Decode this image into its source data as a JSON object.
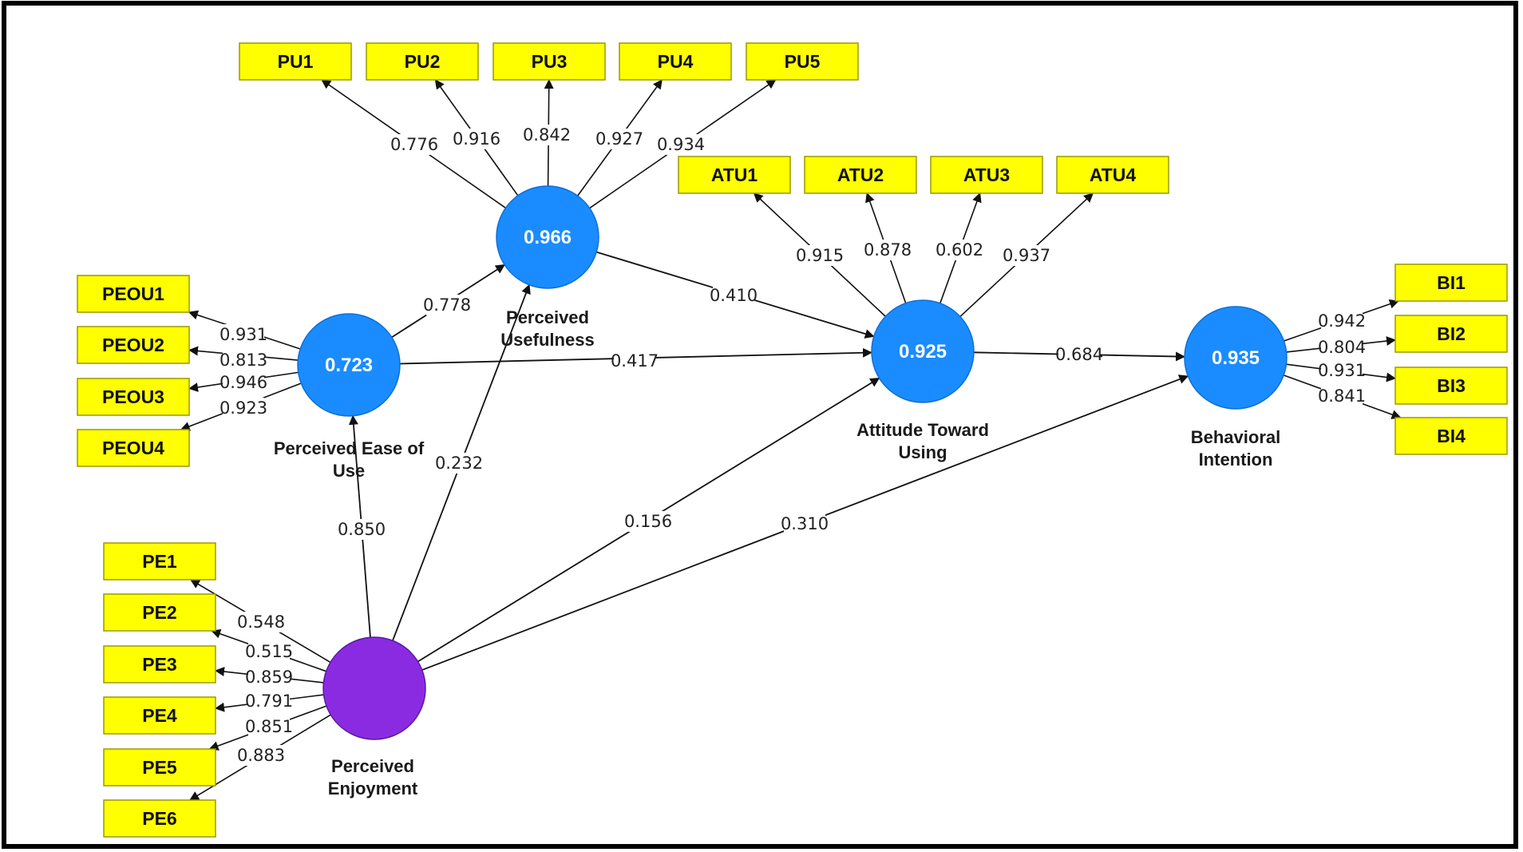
{
  "colors": {
    "indicator_fill": "#ffff00",
    "indicator_stroke": "#9a9a00",
    "latent_fill": "#1a8cff",
    "exogenous_fill": "#8a2be2",
    "arrow": "#111111",
    "frame": "#000000"
  },
  "latents": [
    {
      "id": "PU",
      "value": "0.966",
      "label": [
        "Perceived",
        "Usefulness"
      ]
    },
    {
      "id": "PEOU",
      "value": "0.723",
      "label": [
        "Perceived Ease of",
        "Use"
      ]
    },
    {
      "id": "ATU",
      "value": "0.925",
      "label": [
        "Attitude Toward",
        "Using"
      ]
    },
    {
      "id": "BI",
      "value": "0.935",
      "label": [
        "Behavioral",
        "Intention"
      ]
    },
    {
      "id": "PE",
      "value": "",
      "label": [
        "Perceived",
        "Enjoyment"
      ]
    }
  ],
  "indicators": [
    {
      "id": "PU1",
      "latent": "PU",
      "loading": "0.776"
    },
    {
      "id": "PU2",
      "latent": "PU",
      "loading": "0.916"
    },
    {
      "id": "PU3",
      "latent": "PU",
      "loading": "0.842"
    },
    {
      "id": "PU4",
      "latent": "PU",
      "loading": "0.927"
    },
    {
      "id": "PU5",
      "latent": "PU",
      "loading": "0.934"
    },
    {
      "id": "ATU1",
      "latent": "ATU",
      "loading": "0.915"
    },
    {
      "id": "ATU2",
      "latent": "ATU",
      "loading": "0.878"
    },
    {
      "id": "ATU3",
      "latent": "ATU",
      "loading": "0.602"
    },
    {
      "id": "ATU4",
      "latent": "ATU",
      "loading": "0.937"
    },
    {
      "id": "PEOU1",
      "latent": "PEOU",
      "loading": "0.931"
    },
    {
      "id": "PEOU2",
      "latent": "PEOU",
      "loading": "0.813"
    },
    {
      "id": "PEOU3",
      "latent": "PEOU",
      "loading": "0.946"
    },
    {
      "id": "PEOU4",
      "latent": "PEOU",
      "loading": "0.923"
    },
    {
      "id": "BI1",
      "latent": "BI",
      "loading": "0.942"
    },
    {
      "id": "BI2",
      "latent": "BI",
      "loading": "0.804"
    },
    {
      "id": "BI3",
      "latent": "BI",
      "loading": "0.931"
    },
    {
      "id": "BI4",
      "latent": "BI",
      "loading": "0.841"
    },
    {
      "id": "PE1",
      "latent": "PE",
      "loading": "0.548"
    },
    {
      "id": "PE2",
      "latent": "PE",
      "loading": "0.515"
    },
    {
      "id": "PE3",
      "latent": "PE",
      "loading": "0.859"
    },
    {
      "id": "PE4",
      "latent": "PE",
      "loading": "0.791"
    },
    {
      "id": "PE5",
      "latent": "PE",
      "loading": "0.851"
    },
    {
      "id": "PE6",
      "latent": "PE",
      "loading": "0.883"
    }
  ],
  "paths": [
    {
      "from": "PEOU",
      "to": "PU",
      "coef": "0.778"
    },
    {
      "from": "PU",
      "to": "ATU",
      "coef": "0.410"
    },
    {
      "from": "PEOU",
      "to": "ATU",
      "coef": "0.417"
    },
    {
      "from": "ATU",
      "to": "BI",
      "coef": "0.684"
    },
    {
      "from": "PE",
      "to": "PEOU",
      "coef": "0.850"
    },
    {
      "from": "PE",
      "to": "PU",
      "coef": "0.232"
    },
    {
      "from": "PE",
      "to": "ATU",
      "coef": "0.156"
    },
    {
      "from": "PE",
      "to": "BI",
      "coef": "0.310"
    }
  ]
}
